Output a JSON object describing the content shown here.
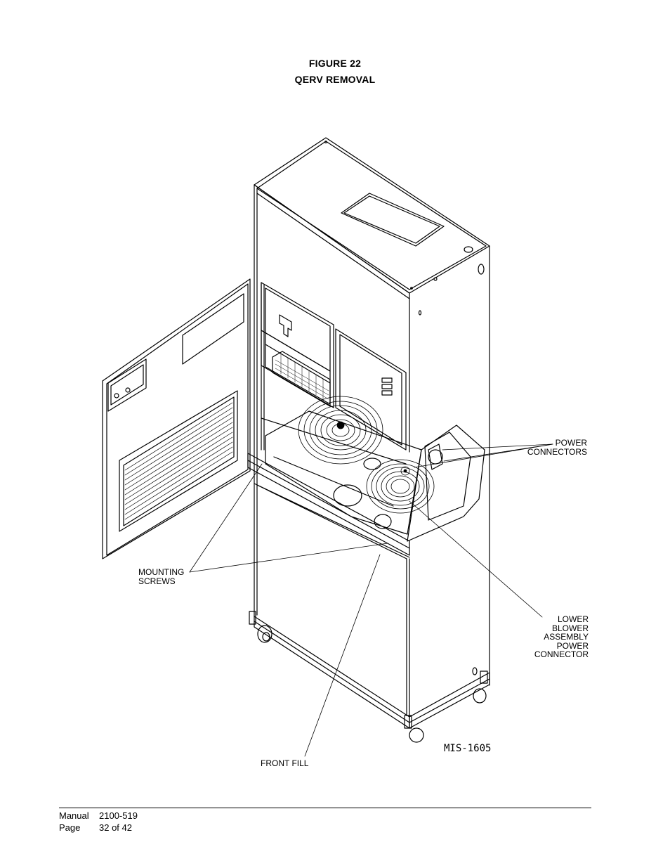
{
  "figure": {
    "number": "FIGURE  22",
    "title": "QERV REMOVAL"
  },
  "callouts": {
    "power_connectors": "POWER\nCONNECTORS",
    "mounting_screws": "MOUNTING\nSCREWS",
    "lower_blower": "LOWER\nBLOWER\nASSEMBLY\nPOWER\nCONNECTOR",
    "front_fill": "FRONT FILL"
  },
  "drawing_id": "MIS-1605",
  "footer": {
    "manual_label": "Manual",
    "manual_value": "2100-519",
    "page_label": "Page",
    "page_value": "32 of 42"
  }
}
